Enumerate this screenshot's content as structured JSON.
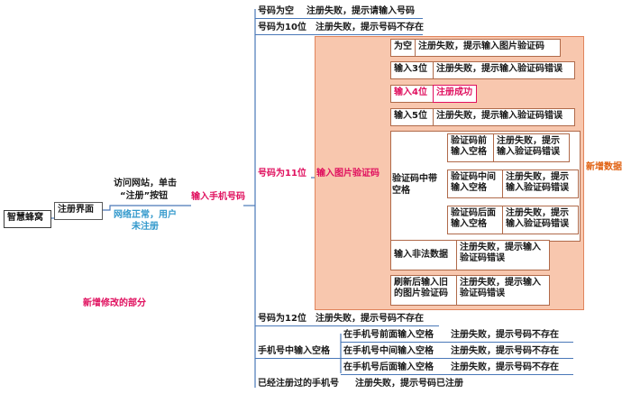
{
  "root": "智慧蜂窝",
  "register_page": "注册界面",
  "visit_line1": "访问网站，单击",
  "visit_line2": "“注册”按钮",
  "network_line1": "网络正常，用户",
  "network_line2": "未注册",
  "input_phone": "输入手机号码",
  "new_modified_note": "新增修改的部分",
  "new_data_label": "新增数据",
  "phone_empty": "号码为空",
  "phone_empty_result": "注册失败，提示请输入号码",
  "phone_10": "号码为10位",
  "phone_10_result": "注册失败，提示号码不存在",
  "phone_11": "号码为11位",
  "captcha_input": "输入图片验证码",
  "cap_empty": "为空",
  "cap_empty_result": "注册失败，提示输入图片验证码",
  "cap_3": "输入3位",
  "cap_3_result": "注册失败，提示输入验证码错误",
  "cap_4": "输入4位",
  "cap_4_result": "注册成功",
  "cap_5": "输入5位",
  "cap_5_result": "注册失败，提示输入验证码错误",
  "cap_space_l1": "验证码中带",
  "cap_space_l2": "空格",
  "space_front_l1": "验证码前",
  "space_front_l2": "输入空格",
  "space_front_res_l1": "注册失败，提示",
  "space_front_res_l2": "输入验证码错误",
  "space_mid_l1": "验证码中间",
  "space_mid_l2": "输入空格",
  "space_mid_res_l1": "注册失败，提示",
  "space_mid_res_l2": "输入验证码错误",
  "space_back_l1": "验证码后面",
  "space_back_l2": "输入空格",
  "space_back_res_l1": "注册失败，提示",
  "space_back_res_l2": "输入验证码错误",
  "illegal": "输入非法数据",
  "illegal_res_l1": "注册失败，提示输入",
  "illegal_res_l2": "验证码错误",
  "refresh_l1": "刷新后输入旧",
  "refresh_l2": "的图片验证码",
  "refresh_res_l1": "注册失败，提示输入",
  "refresh_res_l2": "验证码错误",
  "phone_12": "号码为12位",
  "phone_12_result": "注册失败，提示号码不存在",
  "phone_space": "手机号中输入空格",
  "ps_front": "在手机号前面输入空格",
  "ps_front_result": "注册失败，提示号码不存在",
  "ps_mid": "在手机号中间输入空格",
  "ps_mid_result": "注册失败，提示号码不存在",
  "ps_back": "在手机号后面输入空格",
  "ps_back_result": "注册失败，提示号码不存在",
  "registered": "已经注册过的手机号",
  "registered_result": "注册失败，提示号码已注册"
}
